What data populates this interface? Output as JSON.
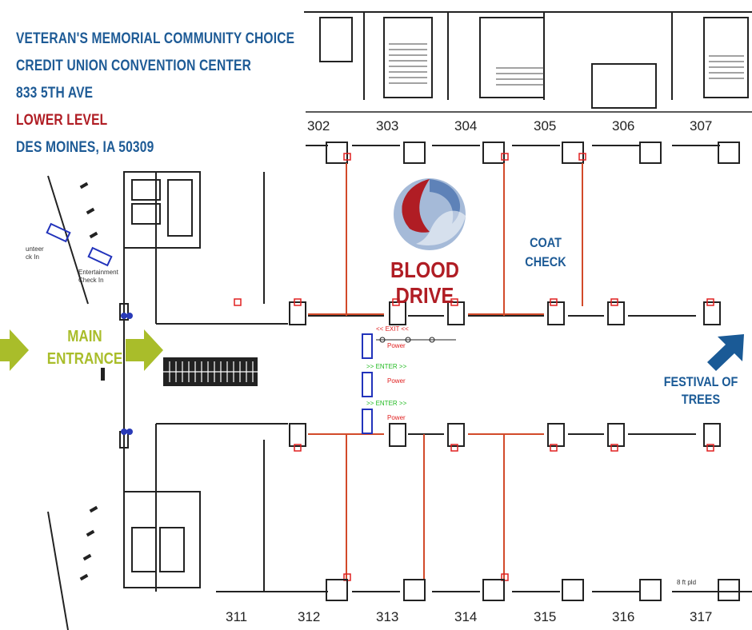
{
  "address": {
    "line1": "VETERAN'S MEMORIAL COMMUNITY CHOICE",
    "line2": "CREDIT UNION CONVENTION CENTER",
    "line3": "833 5TH AVE",
    "line4": "LOWER LEVEL",
    "line5": "DES MOINES, IA 50309"
  },
  "rooms_top": [
    "302",
    "303",
    "304",
    "305",
    "306",
    "307"
  ],
  "rooms_bottom": [
    "311",
    "312",
    "313",
    "314",
    "315",
    "316",
    "317"
  ],
  "labels": {
    "blood_drive": "BLOOD DRIVE",
    "coat_check_1": "COAT",
    "coat_check_2": "CHECK",
    "main_entrance_1": "MAIN",
    "main_entrance_2": "ENTRANCE",
    "festival_1": "FESTIVAL OF",
    "festival_2": "TREES"
  },
  "small_text": {
    "volunteer_1": "unteer",
    "volunteer_2": "ck In",
    "entertainment_1": "Entertainment",
    "entertainment_2": "Check In",
    "exit": "<<   EXIT   <<",
    "enter_1": ">> ENTER >>",
    "enter_2": ">> ENTER >>",
    "power_1": "Power",
    "power_2": "Power",
    "power_3": "Power",
    "sign": "8 ft pld"
  },
  "colors": {
    "address_blue": "#1e5b96",
    "lower_level_red": "#b01d24",
    "entrance_green": "#a9bd2a",
    "festival_blue": "#1a5a96",
    "walls": "#222222",
    "pipes": "#d24a2a",
    "check_in_blue": "#2233bb"
  },
  "icons": [
    "blood-drop-logo-icon",
    "arrow-right-icon",
    "arrow-diagonal-icon"
  ]
}
